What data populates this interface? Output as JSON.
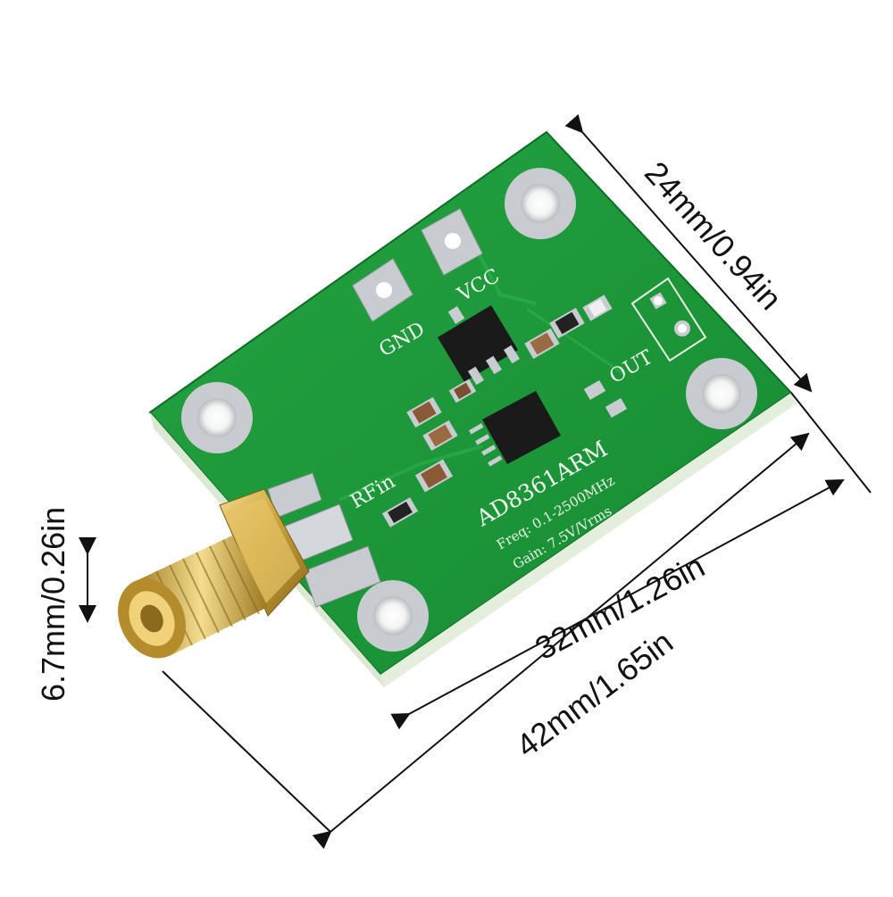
{
  "dimensions": {
    "height": "24mm/0.94in",
    "board_width": "32mm/1.26in",
    "total_width": "42mm/1.65in",
    "thickness": "6.7mm/0.26in"
  },
  "board_labels": {
    "gnd": "GND",
    "vcc": "VCC",
    "out": "OUT",
    "rfin": "RFin",
    "chip": "AD8361ARM",
    "freq": "Freq: 0.1-2500MHz",
    "gain": "Gain: 7.5V/Vrms"
  },
  "colors": {
    "pcb": "#1f9a3a",
    "pcb_edge": "#d9e8d0",
    "gold": "#c9a23a",
    "solder": "#c8ccd0",
    "chip": "#1a1a1a"
  }
}
